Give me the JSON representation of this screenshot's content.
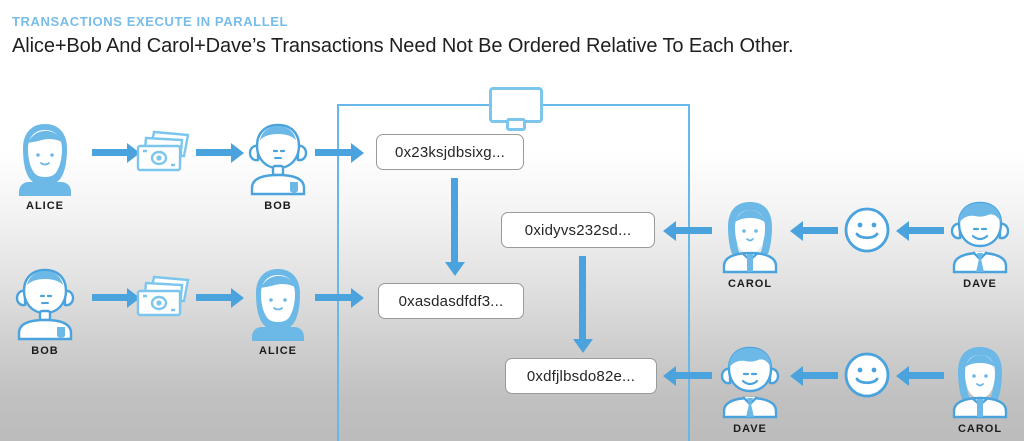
{
  "header": {
    "kicker": "TRANSACTIONS EXECUTE IN PARALLEL",
    "headline": "Alice+Bob And Carol+Dave’s Transactions Need Not Be Ordered Relative To Each Other."
  },
  "colors": {
    "accent_blue": "#4ba3dd",
    "light_blue": "#7cc6ee",
    "kicker_blue": "#77bde8",
    "figure_fill": "#6cb9e8",
    "box_border": "#9a9a9a",
    "text_dark": "#1f1f1f",
    "background_top": "#ffffff",
    "background_bottom": "#bcbcbc"
  },
  "ledger": {
    "monitor_icon": "monitor-icon",
    "transactions": [
      {
        "id": "tx1",
        "label": "0x23ksjdbsixg..."
      },
      {
        "id": "tx2",
        "label": "0xidyvs232sd..."
      },
      {
        "id": "tx3",
        "label": "0xasdasdfdf3..."
      },
      {
        "id": "tx4",
        "label": "0xdfjlbsdo82e..."
      }
    ],
    "internal_arrows": [
      {
        "from": "tx1",
        "to": "tx3",
        "direction": "down"
      },
      {
        "from": "tx2",
        "to": "tx4",
        "direction": "down"
      }
    ]
  },
  "flows": [
    {
      "id": "flow-alice-bob",
      "side": "left",
      "row": 1,
      "steps": [
        {
          "type": "person",
          "name": "ALICE",
          "avatar": "alice-avatar-icon"
        },
        {
          "type": "arrow",
          "direction": "right",
          "icon": "arrow-right-icon"
        },
        {
          "type": "asset",
          "name": "money-icon",
          "label": ""
        },
        {
          "type": "arrow",
          "direction": "right",
          "icon": "arrow-right-icon"
        },
        {
          "type": "person",
          "name": "BOB",
          "avatar": "bob-avatar-icon"
        },
        {
          "type": "arrow",
          "direction": "right",
          "icon": "arrow-right-icon"
        }
      ]
    },
    {
      "id": "flow-bob-alice",
      "side": "left",
      "row": 2,
      "steps": [
        {
          "type": "person",
          "name": "BOB",
          "avatar": "bob-avatar-icon"
        },
        {
          "type": "arrow",
          "direction": "right",
          "icon": "arrow-right-icon"
        },
        {
          "type": "asset",
          "name": "money-icon",
          "label": ""
        },
        {
          "type": "arrow",
          "direction": "right",
          "icon": "arrow-right-icon"
        },
        {
          "type": "person",
          "name": "ALICE",
          "avatar": "alice-avatar-icon"
        },
        {
          "type": "arrow",
          "direction": "right",
          "icon": "arrow-right-icon"
        }
      ]
    },
    {
      "id": "flow-dave-carol",
      "side": "right",
      "row": 1,
      "steps": [
        {
          "type": "person",
          "name": "DAVE",
          "avatar": "dave-avatar-icon"
        },
        {
          "type": "arrow",
          "direction": "left",
          "icon": "arrow-left-icon"
        },
        {
          "type": "asset",
          "name": "smiley-icon",
          "label": ""
        },
        {
          "type": "arrow",
          "direction": "left",
          "icon": "arrow-left-icon"
        },
        {
          "type": "person",
          "name": "CAROL",
          "avatar": "carol-avatar-icon"
        },
        {
          "type": "arrow",
          "direction": "left",
          "icon": "arrow-left-icon"
        }
      ]
    },
    {
      "id": "flow-carol-dave",
      "side": "right",
      "row": 2,
      "steps": [
        {
          "type": "person",
          "name": "CAROL",
          "avatar": "carol-avatar-icon"
        },
        {
          "type": "arrow",
          "direction": "left",
          "icon": "arrow-left-icon"
        },
        {
          "type": "asset",
          "name": "smiley-icon",
          "label": ""
        },
        {
          "type": "arrow",
          "direction": "left",
          "icon": "arrow-left-icon"
        },
        {
          "type": "person",
          "name": "DAVE",
          "avatar": "dave-avatar-icon"
        },
        {
          "type": "arrow",
          "direction": "left",
          "icon": "arrow-left-icon"
        }
      ]
    }
  ],
  "labels": {
    "alice": "ALICE",
    "bob": "BOB",
    "carol": "CAROL",
    "dave": "DAVE"
  }
}
